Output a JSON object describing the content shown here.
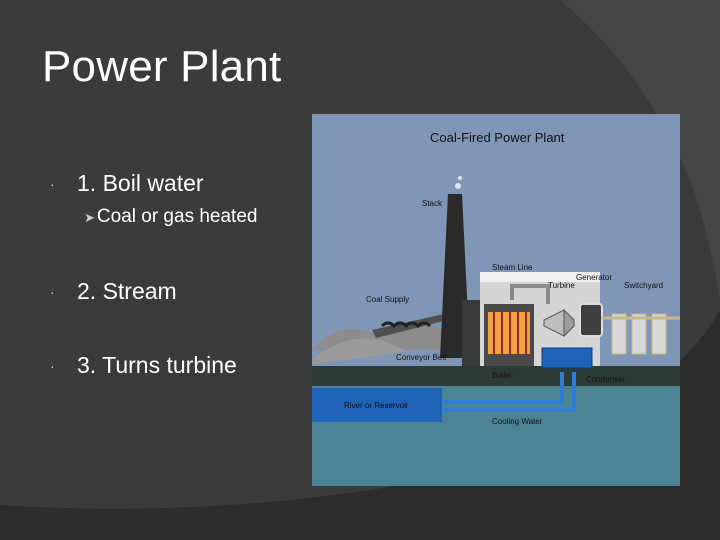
{
  "slide": {
    "title": "Power Plant",
    "bullets": [
      {
        "marker": "·",
        "text": "1. Boil water"
      },
      {
        "marker": "·",
        "text": "2. Stream"
      },
      {
        "marker": "·",
        "text": "3. Turns turbine"
      }
    ],
    "sub_bullet": {
      "icon": "arrow-bullet-icon",
      "text": "Coal or gas heated"
    }
  },
  "diagram": {
    "title": "Coal-Fired Power Plant",
    "labels": {
      "stack": "Stack",
      "steam_line": "Steam Line",
      "generator": "Generator",
      "turbine": "Turbine",
      "switchyard": "Switchyard",
      "coal_supply": "Coal Supply",
      "conveyor_belt": "Conveyor Belt",
      "boiler": "Boiler",
      "condenser": "Condenser",
      "reservoir": "River or Reservoir",
      "cooling_water": "Cooling Water"
    }
  },
  "colors": {
    "background": "#3b3b3b",
    "swoosh": "#2c2c2c",
    "sky": "#7f96b6",
    "water": "#4d8494",
    "reservoir": "#1f63b8"
  }
}
